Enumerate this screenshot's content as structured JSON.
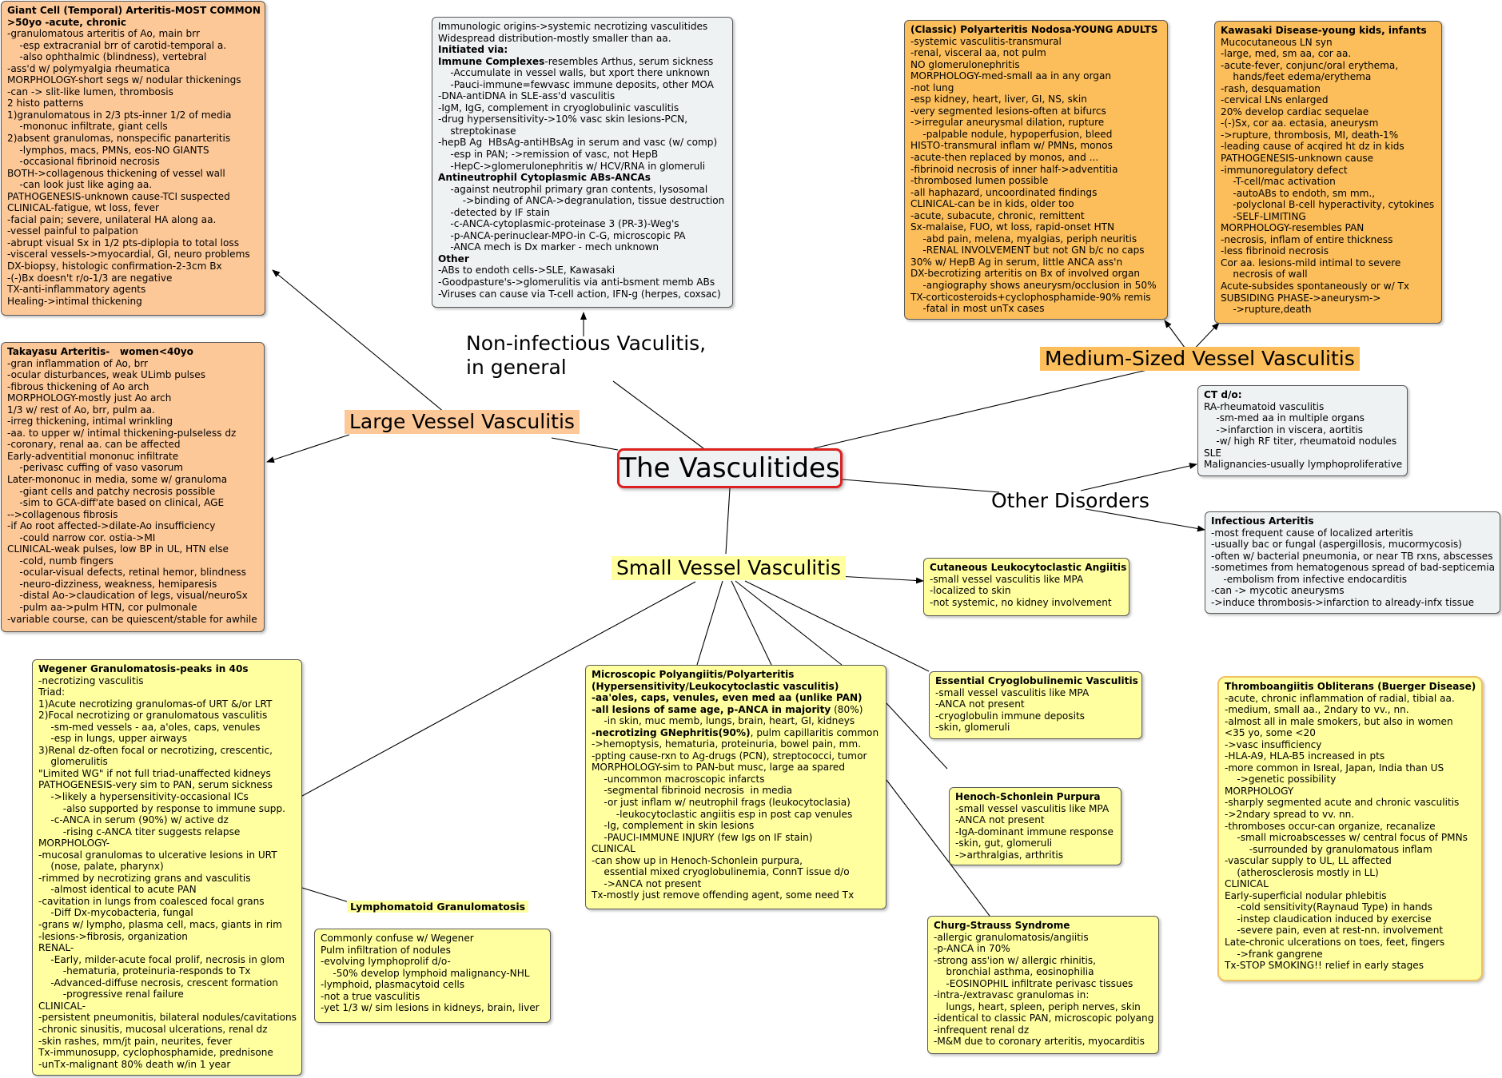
{
  "root": "The Vasculitides",
  "labels": {
    "noninfectious": "Non-infectious Vaculitis,\nin general",
    "large": "Large Vessel Vasculitis",
    "medium": "Medium-Sized Vessel Vasculitis",
    "small": "Small Vessel Vasculitis",
    "other": "Other Disorders",
    "lympho": "Lymphomatoid Granulomatosis"
  },
  "nodes": {
    "gca": {
      "title": "Giant Cell (Temporal) Arteritis-MOST COMMON",
      "lines": [
        "!>50yo -acute, chronic",
        "-granulomatous arteritis of Ao, main brr",
        "    -esp extracranial brr of carotid-temporal a.",
        "    -also ophthalmic (blindness), vertebral",
        "-ass'd w/ polymyalgia rheumatica",
        "MORPHOLOGY-short segs w/ nodular thickenings",
        "-can -> slit-like lumen, thrombosis",
        "2 histo patterns",
        "1)granulomatous in 2/3 pts-inner 1/2 of media",
        "    -mononuc infiltrate, giant cells",
        "2)absent granulomas, nonspecific panarteritis",
        "    -lymphos, macs, PMNs, eos-NO GIANTS",
        "    -occasional fibrinoid necrosis",
        "BOTH->collagenous thickening of vessel wall",
        "    -can look just like aging aa.",
        "PATHOGENESIS-unknown cause-TCI suspected",
        "CLINICAL-fatigue, wt loss, fever",
        "-facial pain; severe, unilateral HA along aa.",
        "-vessel painful to palpation",
        "-abrupt visual Sx in 1/2 pts-diplopia to total loss",
        "-visceral vessels->myocardial, GI, neuro problems",
        "DX-biopsy, histologic confirmation-2-3cm Bx",
        "-(-)Bx doesn't r/o-1/3 are negative",
        "TX-anti-inflammatory agents",
        "Healing->intimal thickening"
      ]
    },
    "takayasu": {
      "title": "Takayasu Arteritis-   women<40yo",
      "lines": [
        "-gran inflammation of Ao, brr",
        "-ocular disturbances, weak ULimb pulses",
        "-fibrous thickening of Ao arch",
        "MORPHOLOGY-mostly just Ao arch",
        "1/3 w/ rest of Ao, brr, pulm aa.",
        "-irreg thickening, intimal wrinkling",
        "-aa. to upper w/ intimal thickening-pulseless dz",
        "-coronary, renal aa. can be affected",
        "Early-adventitial mononuc infiltrate",
        "    -perivasc cuffing of vaso vasorum",
        "Later-mononuc in media, some w/ granuloma",
        "    -giant cells and patchy necrosis possible",
        "    -sim to GCA-diff'ate based on clinical, AGE",
        "-->collagenous fibrosis",
        "-if Ao root affected->dilate-Ao insufficiency",
        "    -could narrow cor. ostia->MI",
        "CLINICAL-weak pulses, low BP in UL, HTN else",
        "    -cold, numb fingers",
        "    -ocular-visual defects, retinal hemor, blindness",
        "    -neuro-dizziness, weakness, hemiparesis",
        "    -distal Ao->claudication of legs, visual/neuroSx",
        "    -pulm aa->pulm HTN, cor pulmonale",
        "-variable course, can be quiescent/stable for awhile"
      ]
    },
    "noninf": {
      "title": "",
      "lines": [
        "Immunologic origins->systemic necrotizing vasculitides",
        "Widespread distribution-mostly smaller than aa.",
        "!Initiated via:",
        "@Immune Complexes|-resembles Arthus, serum sickness",
        "    -Accumulate in vessel walls, but xport there unknown",
        "    -Pauci-immune=fewvasc immune deposits, other MOA",
        "-DNA-antiDNA in SLE-ass'd vasculitis",
        "-IgM, IgG, complement in cryoglobulinic vasculitis",
        "-drug hypersensitivity->10% vasc skin lesions-PCN,",
        "    streptokinase",
        "-hepB Ag  HBsAg-antiHBsAg in serum and vasc (w/ comp)",
        "    -esp in PAN; ->remission of vasc, not HepB",
        "    -HepC->glomerulonephritis w/ HCV/RNA in glomeruli",
        "!Antineutrophil Cytoplasmic ABs-ANCAs",
        "    -against neutrophil primary gran contents, lysosomal",
        "        ->binding of ANCA->degranulation, tissue destruction",
        "    -detected by IF stain",
        "    -c-ANCA-cytoplasmic-proteinase 3 (PR-3)-Weg's",
        "    -p-ANCA-perinuclear-MPO-in C-G, microscopic PA",
        "    -ANCA mech is Dx marker - mech unknown",
        "!Other",
        "-ABs to endoth cells->SLE, Kawasaki",
        "-Goodpasture's->glomerulitis via anti-bsment memb ABs",
        "-Viruses can cause via T-cell action, IFN-g (herpes, coxsac)"
      ]
    },
    "pan": {
      "title": "(Classic) Polyarteritis Nodosa-YOUNG ADULTS",
      "lines": [
        "-systemic vasculitis-transmural",
        "-renal, visceral aa, not pulm",
        "NO glomerulonephritis",
        "MORPHOLOGY-med-small aa in any organ",
        "-not lung",
        "-esp kidney, heart, liver, GI, NS, skin",
        "-very segmented lesions-often at bifurcs",
        "->irregular aneurysmal dilation, rupture",
        "    -palpable nodule, hypoperfusion, bleed",
        "HISTO-transmural inflam w/ PMNs, monos",
        "-acute-then replaced by monos, and ...",
        "-fibrinoid necrosis of inner half->adventitia",
        "-thrombosed lumen possible",
        "-all haphazard, uncoordinated findings",
        "CLINICAL-can be in kids, older too",
        "-acute, subacute, chronic, remittent",
        "Sx-malaise, FUO, wt loss, rapid-onset HTN",
        "    -abd pain, melena, myalgias, periph neuritis",
        "    -RENAL INVOLVEMENT but not GN b/c no caps",
        "30% w/ HepB Ag in serum, little ANCA ass'n",
        "DX-becrotizing arteritis on Bx of involved organ",
        "    -angiography shows aneurysm/occlusion in 50%",
        "TX-corticosteroids+cyclophosphamide-90% remis",
        "    -fatal in most unTx cases"
      ]
    },
    "kawasaki": {
      "title": "Kawasaki Disease-young kids, infants",
      "lines": [
        "Mucocutaneous LN syn",
        "-large, med, sm aa, cor aa.",
        "-acute-fever, conjunc/oral erythema,",
        "    hands/feet edema/erythema",
        "-rash, desquamation",
        "-cervical LNs enlarged",
        "20% develop cardiac sequelae",
        "-(-)Sx, cor aa. ectasia, aneurysm",
        "->rupture, thrombosis, MI, death-1%",
        "-leading cause of acqired ht dz in kids",
        "PATHOGENESIS-unknown cause",
        "-immunoregulatory defect",
        "    -T-cell/mac activation",
        "    -autoABs to endoth, sm mm.,",
        "    -polyclonal B-cell hyperactivity, cytokines",
        "    -SELF-LIMITING",
        "MORPHOLOGY-resembles PAN",
        "-necrosis, inflam of entire thickness",
        "-less fibrinoid necrosis",
        "Cor aa. lesions-mild intimal to severe",
        "    necrosis of wall",
        "Acute-subsides spontaneously or w/ Tx",
        "SUBSIDING PHASE->aneurysm->",
        "    ->rupture,death"
      ]
    },
    "ct": {
      "title": "CT d/o:",
      "lines": [
        "RA-rheumatoid vasculitis",
        "    -sm-med aa in multiple organs",
        "    ->infarction in viscera, aortitis",
        "    -w/ high RF titer, rheumatoid nodules",
        "SLE",
        "Malignancies-usually lymphoproliferative"
      ]
    },
    "infectious": {
      "title": "Infectious Arteritis",
      "lines": [
        "-most frequent cause of localized arteritis",
        "-usually bac or fungal (aspergillosis, mucormycosis)",
        "-often w/ bacterial pneumonia, or near TB rxns, abscesses",
        "-sometimes from hematogenous spread of bad-septicemia",
        "    -embolism from infective endocarditis",
        "-can -> mycotic aneurysms",
        "->induce thrombosis->infarction to already-infx tissue"
      ]
    },
    "cutaneous": {
      "title": "Cutaneous Leukocytoclastic Angiitis",
      "lines": [
        "-small vessel vasculitis like MPA",
        "-localized to skin",
        "-not systemic, no kidney involvement"
      ]
    },
    "wegener": {
      "title": "Wegener Granulomatosis-peaks in 40s",
      "lines": [
        "-necrotizing vasculitis",
        "Triad:",
        "1)Acute necrotizing granulomas-of URT &/or LRT",
        "2)Focal necrotizing or granulomatous vasculitis",
        "    -sm-med vessels - aa, a'oles, caps, venules",
        "    -esp in lungs, upper airways",
        "3)Renal dz-often focal or necrotizing, crescentic,",
        "    glomerulitis",
        "\"Limited WG\" if not full triad-unaffected kidneys",
        "PATHOGENESIS-very sim to PAN, serum sickness",
        "    ->likely a hypersensitivity-occasional ICs",
        "        -also supported by response to immune supp.",
        "    -c-ANCA in serum (90%) w/ active dz",
        "        -rising c-ANCA titer suggests relapse",
        "MORPHOLOGY-",
        "-mucosal granulomas to ulcerative lesions in URT",
        "    (nose, palate, pharynx)",
        "-rimmed by necrotizing grans and vasculitis",
        "    -almost identical to acute PAN",
        "-cavitation in lungs from coalesced focal grans",
        "    -Diff Dx-mycobacteria, fungal",
        "-grans w/ lympho, plasma cell, macs, giants in rim",
        "-lesions->fibrosis, organization",
        "RENAL-",
        "    -Early, milder-acute focal prolif, necrosis in glom",
        "        -hematuria, proteinuria-responds to Tx",
        "    -Advanced-diffuse necrosis, crescent formation",
        "        -progressive renal failure",
        "CLINICAL-",
        "-persistent pneumonitis, bilateral nodules/cavitations",
        "-chronic sinusitis, mucosal ulcerations, renal dz",
        "-skin rashes, mm/jt pain, neurites, fever",
        "Tx-immunosupp, cyclophosphamide, prednisone",
        "-unTx-malignant 80% death w/in 1 year"
      ]
    },
    "lymphomatoid": {
      "title": "",
      "lines": [
        "Commonly confuse w/ Wegener",
        "Pulm infiltration of nodules",
        "-evolving lymphoprolif d/o-",
        "    -50% develop lymphoid malignancy-NHL",
        "-lymphoid, plasmacytoid cells",
        "-not a true vasculitis",
        "-yet 1/3 w/ sim lesions in kidneys, brain, liver"
      ]
    },
    "mpa": {
      "title": "Microscopic Polyangiitis/Polyarteritis",
      "lines": [
        "!(Hypersensitivity/Leukocytoclastic vasculitis)",
        "!-aa'oles, caps, venules, even med aa (unlike PAN)",
        "@-all lesions of same age, p-ANCA in majority| (80%)",
        "    -in skin, muc memb, lungs, brain, heart, GI, kidneys",
        "@-necrotizing GNephritis(90%)|, pulm capillaritis common",
        "->hemoptysis, hematuria, proteinuria, bowel pain, mm.",
        "-ppting cause-rxn to Ag-drugs (PCN), streptococci, tumor",
        "MORPHOLOGY-sim to PAN-but musc, large aa spared",
        "    -uncommon macroscopic infarcts",
        "    -segmental fibrinoid necrosis  in media",
        "    -or just inflam w/ neutrophil frags (leukocytoclasia)",
        "        -leukocytoclastic angiitis esp in post cap venules",
        "    -Ig, complement in skin lesions",
        "    -PAUCI-IMMUNE INJURY (few Igs on IF stain)",
        "CLINICAL",
        "-can show up in Henoch-Schonlein purpura,",
        "    essential mixed cryoglobulinemia, ConnT issue d/o",
        "    ->ANCA not present",
        "Tx-mostly just remove offending agent, some need Tx"
      ]
    },
    "cryo": {
      "title": "Essential Cryoglobulinemic Vasculitis",
      "lines": [
        "-small vessel vasculitis like MPA",
        "-ANCA not present",
        "-cryoglobulin immune deposits",
        "-skin, glomeruli"
      ]
    },
    "hsp": {
      "title": "Henoch-Schonlein Purpura",
      "lines": [
        "-small vessel vasculitis like MPA",
        "-ANCA not present",
        "-IgA-dominant immune response",
        "-skin, gut, glomeruli",
        "->arthralgias, arthritis"
      ]
    },
    "churg": {
      "title": "Churg-Strauss Syndrome",
      "lines": [
        "-allergic granulomatosis/angiitis",
        "-p-ANCA in 70%",
        "-strong ass'ion w/ allergic rhinitis,",
        "    bronchial asthma, eosinophilia",
        "    -EOSINOPHIL infiltrate perivasc tissues",
        "-intra-/extravasc granulomas in:",
        "    lungs, heart, spleen, periph nerves, skin",
        "-identical to classic PAN, microscopic polyang",
        "-infrequent renal dz",
        "-M&M due to coronary arteritis, myocarditis"
      ]
    },
    "buerger": {
      "title": "Thromboangiitis Obliterans (Buerger Disease)",
      "lines": [
        "-acute, chronic inflammation of radial, tibial aa.",
        "-medium, small aa., 2ndary to vv., nn.",
        "-almost all in male smokers, but also in women",
        "<35 yo, some <20",
        "->vasc insufficiency",
        "-HLA-A9, HLA-B5 increased in pts",
        "-more common in Isreal, Japan, India than US",
        "    ->genetic possibility",
        "MORPHOLOGY",
        "-sharply segmented acute and chronic vasculitis",
        "->2ndary spread to vv. nn.",
        "-thromboses occur-can organize, recanalize",
        "    -small microabscesses w/ central focus of PMNs",
        "        -surrounded by granulomatous inflam",
        "-vascular supply to UL, LL affected",
        "    (atherosclerosis mostly in LL)",
        "CLINICAL",
        "Early-superficial nodular phlebitis",
        "    -cold sensitivity(Raynaud Type) in hands",
        "    -instep claudication induced by exercise",
        "    -severe pain, even at rest-nn. involvement",
        "Late-chronic ulcerations on toes, feet, fingers",
        "    ->frank gangrene",
        "Tx-STOP SMOKING!! relief in early stages"
      ]
    }
  }
}
